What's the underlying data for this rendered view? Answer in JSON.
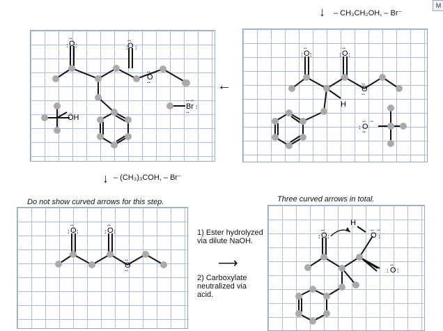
{
  "top_right_button": "M",
  "reagents_top": "– CH₃CH₂OH, – Br⁻",
  "reagents_middle": "– (CH₃)₃COH, – Br⁻",
  "hint_left": "Do not show curved arrows for this step.",
  "hint_right": "Three curved arrows in total.",
  "step1": "1) Ester hydrolyzed via dilute NaOH.",
  "step2": "2) Carboxylate neutralized via acid.",
  "atoms": {
    "oxygen": "O",
    "hydroxyl": "ÖH",
    "bromide": "Br",
    "hydrogen": "H",
    "negative": "−"
  },
  "arrows": {
    "down": "↓",
    "left": "←",
    "right": "⟶"
  }
}
